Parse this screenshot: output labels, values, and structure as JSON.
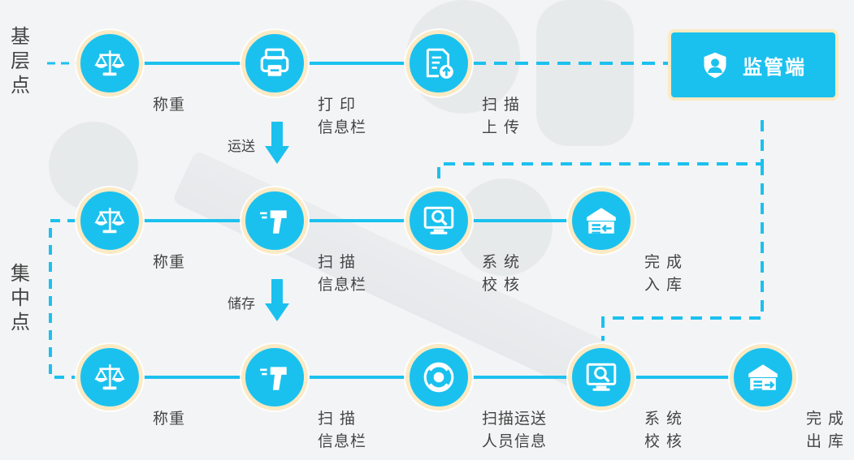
{
  "rows": {
    "grassroots": "基层点",
    "central": "集中点"
  },
  "supervisor": {
    "label": "监管端",
    "icon": "user-shield-icon"
  },
  "arrows": {
    "transport": "运送",
    "storage": "储存"
  },
  "row1": [
    {
      "icon": "scale-icon",
      "label": [
        "称重"
      ]
    },
    {
      "icon": "printer-icon",
      "label": [
        "打  印",
        "信息栏"
      ]
    },
    {
      "icon": "document-upload-icon",
      "label": [
        "扫  描",
        "上  传"
      ]
    }
  ],
  "row2": [
    {
      "icon": "scale-icon",
      "label": [
        "称重"
      ]
    },
    {
      "icon": "barcode-scanner-icon",
      "label": [
        "扫  描",
        "信息栏"
      ]
    },
    {
      "icon": "monitor-search-icon",
      "label": [
        "系  统",
        "校  核"
      ]
    },
    {
      "icon": "warehouse-in-icon",
      "label": [
        "完  成",
        "入  库"
      ]
    }
  ],
  "row3": [
    {
      "icon": "scale-icon",
      "label": [
        "称重"
      ]
    },
    {
      "icon": "barcode-scanner-icon",
      "label": [
        "扫  描",
        "信息栏"
      ]
    },
    {
      "icon": "scan-person-icon",
      "label": [
        "扫描运送",
        "人员信息"
      ]
    },
    {
      "icon": "monitor-search-icon",
      "label": [
        "系  统",
        "校  核"
      ]
    },
    {
      "icon": "warehouse-out-icon",
      "label": [
        "完  成",
        "出  库"
      ]
    }
  ],
  "colors": {
    "accent": "#1bc1ee",
    "ring": "#fbeac4",
    "text": "#444444"
  }
}
